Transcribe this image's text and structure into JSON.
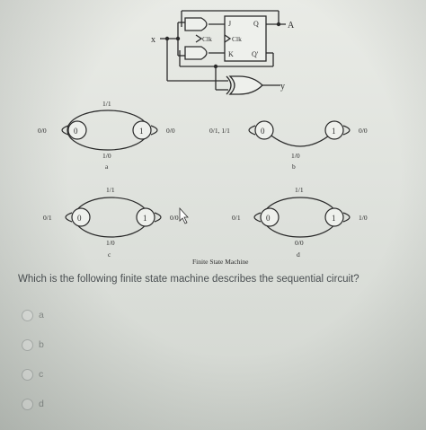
{
  "circuit": {
    "input_label": "x",
    "output_a_label": "A",
    "output_y_label": "y",
    "ff_j": "J",
    "ff_k": "K",
    "ff_q": "Q",
    "ff_qbar": "Q'",
    "clk_left": "Clk",
    "clk_right": "Clk"
  },
  "diagrams": {
    "a": {
      "caption": "a",
      "state0": "0",
      "state1": "1",
      "top_arc": "1/1",
      "bottom_arc": "1/0",
      "self0": "0/0",
      "self1": "0/0"
    },
    "b": {
      "caption": "b",
      "state0": "0",
      "state1": "1",
      "bottom_arc": "1/0",
      "self0": "0/1, 1/1",
      "self1": "0/0"
    },
    "c": {
      "caption": "c",
      "state0": "0",
      "state1": "1",
      "top_arc": "1/1",
      "bottom_arc": "1/0",
      "self0": "0/1",
      "self1": "0/0"
    },
    "d": {
      "caption": "d",
      "state0": "0",
      "state1": "1",
      "top_arc": "1/1",
      "bottom_arc": "0/0",
      "self0": "0/1",
      "self1": "1/0"
    }
  },
  "figure_caption": "Finite State Machine",
  "question": "Which is the following finite state machine describes the sequential circuit?",
  "options": [
    "a",
    "b",
    "c",
    "d"
  ]
}
